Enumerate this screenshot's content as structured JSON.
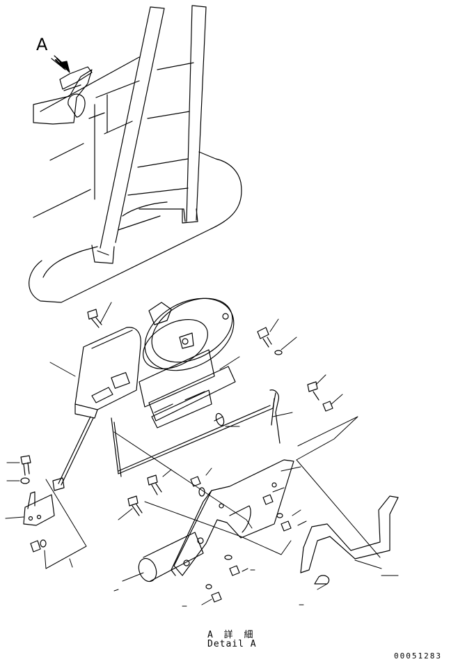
{
  "view_label": "A",
  "caption": {
    "japanese": "A 詳 細",
    "english": "Detail A"
  },
  "drawing_number": "00051283",
  "colors": {
    "line": "#000000",
    "background": "#ffffff"
  }
}
